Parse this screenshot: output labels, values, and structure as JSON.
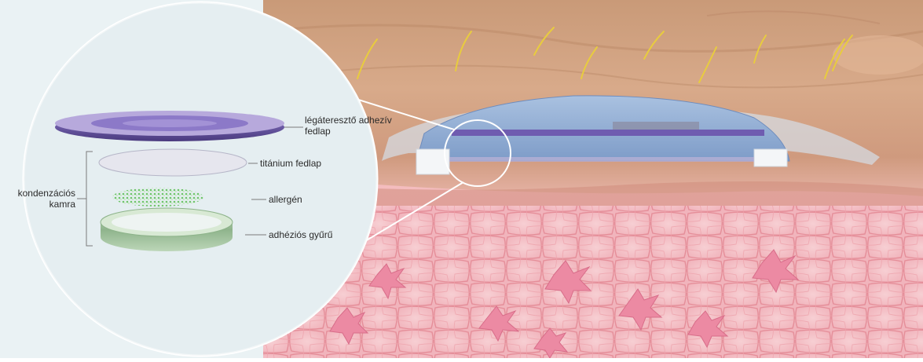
{
  "diagram": {
    "labels": {
      "breathable_cover": "légáteresztő adhezív fedlap",
      "titanium_cover": "titánium fedlap",
      "allergen": "allergén",
      "adhesive_ring": "adhéziós gyűrű",
      "condensation_chamber": "kondenzációs kamra"
    },
    "components": [
      {
        "id": "breathable-cover",
        "color": "#6a4fa8"
      },
      {
        "id": "titanium-cover",
        "color": "#e4e4ec"
      },
      {
        "id": "allergen-layer",
        "color": "#8fd18a"
      },
      {
        "id": "adhesive-ring",
        "color": "#a6c9a4"
      }
    ],
    "colors": {
      "background_panel": "#eaf2f4",
      "skin_surface": "#d7a88a",
      "tissue": "#f2b8be",
      "cell_outline": "#e07f8c",
      "patch_blue": "#9cb4d8",
      "patch_purple": "#6f5cb0",
      "hair": "#e8cc3e"
    }
  }
}
